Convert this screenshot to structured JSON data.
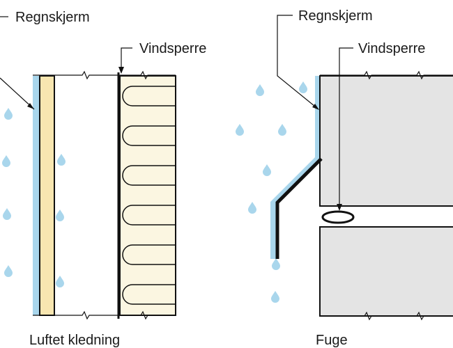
{
  "left_panel": {
    "rain_screen_label": "Regnskjerm",
    "wind_barrier_label": "Vindsperre",
    "caption": "Luftet kledning"
  },
  "right_panel": {
    "rain_screen_label": "Regnskjerm",
    "wind_barrier_label": "Vindsperre",
    "caption": "Fuge"
  },
  "colors": {
    "water": "#a9d6ec",
    "cladding": "#f8e6b0",
    "insulation": "#fbf6e1",
    "concrete": "#e4e4e4",
    "line": "#111111"
  }
}
